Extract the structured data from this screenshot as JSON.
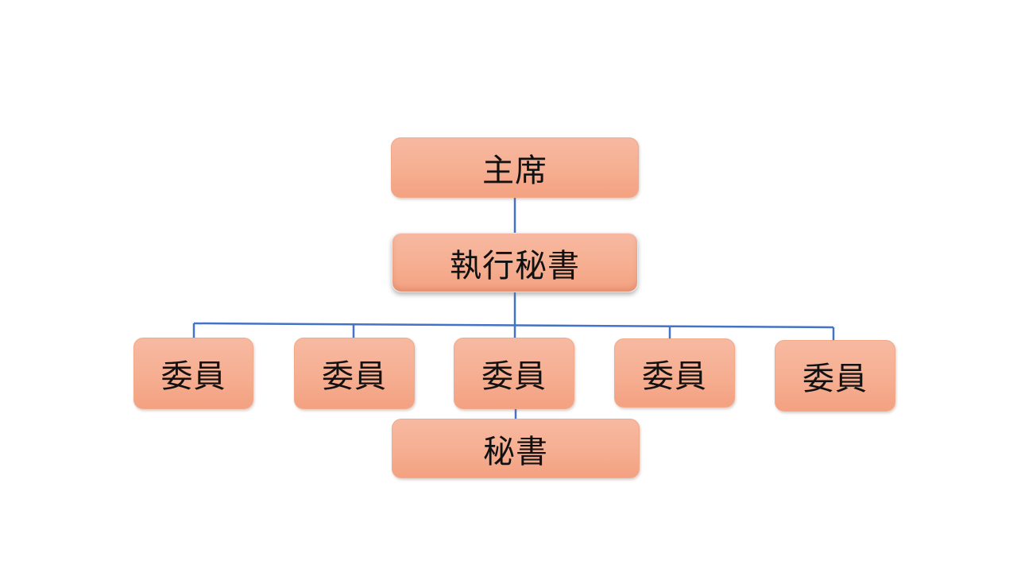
{
  "diagram": {
    "chairman": "主席",
    "executive_secretary": "執行秘書",
    "members": [
      "委員",
      "委員",
      "委員",
      "委員",
      "委員"
    ],
    "secretary": "秘書"
  },
  "colors": {
    "box_fill": "#f6ae91",
    "box_border": "#f0a989",
    "connector": "#4472c4",
    "text": "#111111",
    "background": "#ffffff"
  }
}
